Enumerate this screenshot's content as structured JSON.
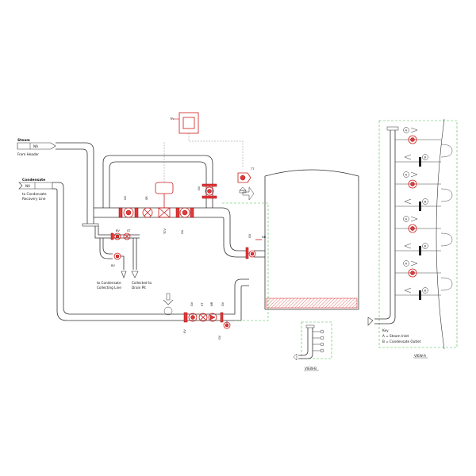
{
  "steam_tag": {
    "title": "Steam",
    "code": "NA",
    "subtitle": "From Header"
  },
  "condensate_tag": {
    "title": "Condensate",
    "code": "NA",
    "subtitle_line1": "to Condensate",
    "subtitle_line2": "Recovery Line"
  },
  "valve_labels": {
    "gv_left": "GV",
    "sr": "SR",
    "gv_right": "GV",
    "tcv": "TCV",
    "gv_bottom": "GV",
    "tt": "TT",
    "tr": "TR",
    "bv_drain": "BV",
    "st_drain": "ST",
    "bv_drain_low": "BV",
    "gv_tank": "GV",
    "nr_tank": "NR",
    "kv_cond": "KV",
    "gv_cond": "GV",
    "st_cond": "ST",
    "nr_cond": "NR",
    "gv_cond2": "GV",
    "gv_cond3": "GV"
  },
  "outlets": {
    "left_line1": "to Condensate",
    "left_line2": "Collecting Line",
    "right_line1": "Collected to",
    "right_line2": "Drain Pit"
  },
  "view_b": {
    "label": "VIEW-B"
  },
  "view_a": {
    "label": "VIEW-A",
    "key_title": "Key",
    "key_a": "A = Steam Inlet",
    "key_b": "B = Condensate Outlet",
    "markers": [
      "A",
      "B",
      "A",
      "B",
      "A",
      "B",
      "A",
      "B"
    ]
  },
  "icons": [
    "arrow-down-icon",
    "arrow-right-icon",
    "control-valve-icon",
    "temperature-recorder-icon"
  ],
  "colors": {
    "pipe": "#333333",
    "valve": "#d11a1a",
    "boundary": "#4dbb4d"
  }
}
